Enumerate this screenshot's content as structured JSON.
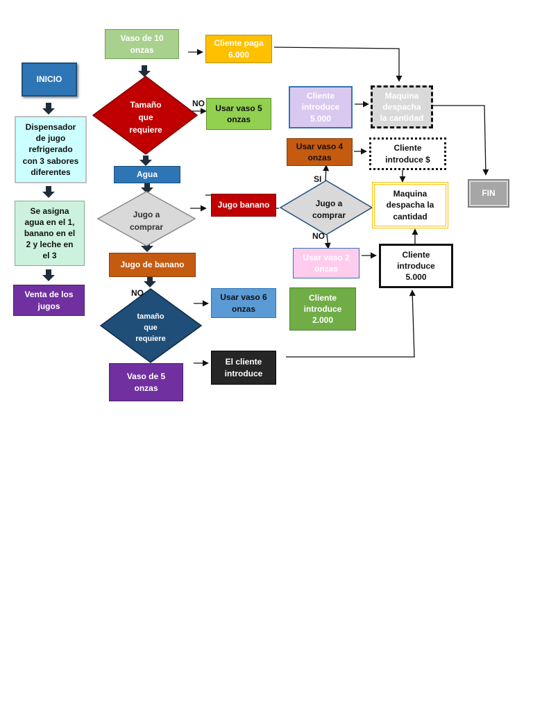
{
  "nodes": {
    "inicio": "INICIO",
    "dispensador": "Dispensador\nde jugo\nrefrigerado\ncon 3 sabores\ndiferentes",
    "se_asigna": "Se asigna\nagua en el 1,\nbanano en el\n2 y leche en\nel 3",
    "venta": "Venta de los\njugos",
    "vaso10": "Vaso de 10\nonzas",
    "tamano1": [
      "Tamaño",
      "que",
      "requiere"
    ],
    "agua": "Agua",
    "jugo_comprar1": [
      "Jugo a",
      "comprar"
    ],
    "jugo_de_banano": "Jugo de banano",
    "tamano2": [
      "tamaño",
      "que",
      "requiere"
    ],
    "vaso5": "Vaso de 5\nonzas",
    "cliente_paga": "Cliente paga\n6.000",
    "usar_vaso5": "Usar vaso 5\nonzas",
    "jugo_banano": "Jugo banano",
    "usar_vaso6": "Usar vaso 6\nonzas",
    "el_cliente": "El cliente\nintroduce",
    "cliente_5000a": "Cliente\nintroduce\n5.000",
    "maquina1": "Maquina\ndespacha\nla cantidad",
    "usar_vaso4": "Usar vaso 4\nonzas",
    "cliente_intro": "Cliente\nintroduce $",
    "jugo_comprar2": [
      "Jugo a",
      "comprar"
    ],
    "maquina2": "Maquina\ndespacha la\ncantidad",
    "usar_vaso2": "Usar vaso 2\nonzas",
    "cliente_5000b": "Cliente\nintroduce\n5.000",
    "cliente_2000": "Cliente\nintroduce\n2.000",
    "fin": "FIN"
  },
  "labels": {
    "no1": "NO",
    "no2": "NO",
    "no3": "NO",
    "si": "SI"
  },
  "colors": {
    "inicio": "#2e75b6",
    "dispensador": "#ccffff",
    "se_asigna": "#ccf2dd",
    "venta": "#7030a0",
    "vaso10": "#a9d18e",
    "tamano": "#c00000",
    "agua": "#2e75b6",
    "jugo_comprar": "#d9d9d9",
    "jugo_de_banano": "#c55a11",
    "tamano2": "#1f4e79",
    "vaso5": "#7030a0",
    "cliente_paga": "#ffc000",
    "usar_vaso5": "#92d050",
    "jugo_banano": "#c00000",
    "usar_vaso6": "#5b9bd5",
    "el_cliente": "#262626",
    "cliente_5000a": "#d9c9f0",
    "maquina1": "#d9d9d9",
    "usar_vaso4": "#c55a11",
    "maquina2_border": "#ffc000",
    "usar_vaso2": "#ffccee",
    "cliente_2000": "#70ad47",
    "fin": "#a6a6a6"
  }
}
